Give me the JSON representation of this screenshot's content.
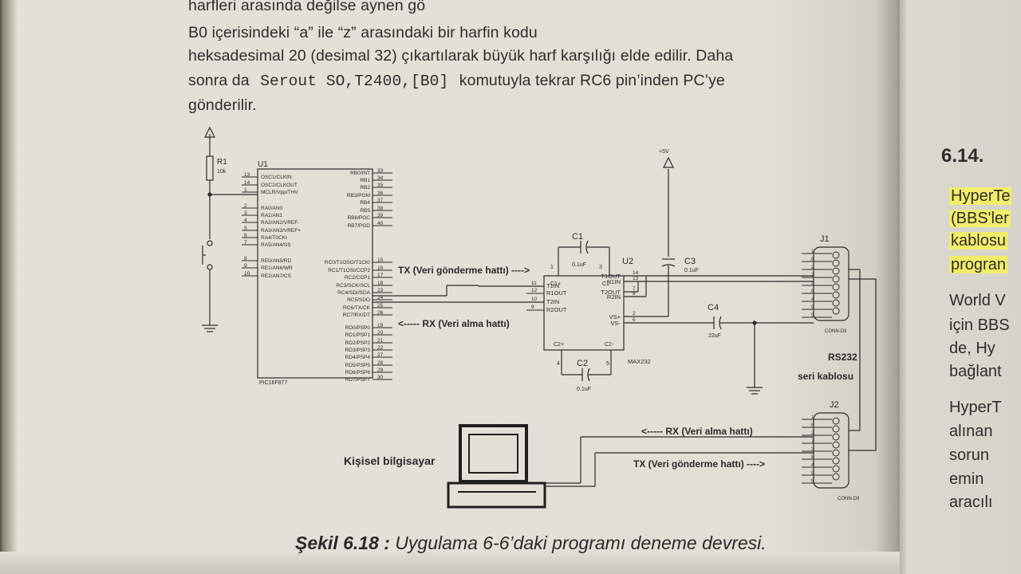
{
  "text_lines": [
    "harfleri arasında değilse aynen gö",
    "B0 içerisindeki “a” ile “z” arasındaki bir harfin kodu",
    "heksadesimal 20 (desimal 32) çıkartılarak büyük harf karşılığı elde edilir. Daha",
    "sonra da",
    "Serout SO,T2400,[B0]",
    "komutuyla tekrar RC6 pin’inden PC’ye",
    "gönderilir."
  ],
  "caption": {
    "label": "Şekil 6.18 :",
    "text": "Uygulama 6-6’daki programı deneme devresi."
  },
  "right_page": {
    "section": "6.14.",
    "lines": [
      "HyperTe",
      "(BBS'ler",
      "kablosu",
      "progran",
      "World V",
      "için BBS",
      "de, Hy",
      "bağlant",
      "HyperT",
      "alınan",
      "sorun",
      "emin",
      "aracılı"
    ]
  },
  "schematic": {
    "r1": {
      "ref": "R1",
      "value": "10k"
    },
    "u1": {
      "ref": "U1",
      "part": "PIC16F877",
      "left_pins": [
        {
          "num": "13",
          "name": "OSC1/CLKIN"
        },
        {
          "num": "14",
          "name": "OSC2/CLKOUT"
        },
        {
          "num": "1",
          "name": "MCLR/Vpp/THV"
        },
        {
          "num": "2",
          "name": "RA0/AN0"
        },
        {
          "num": "3",
          "name": "RA1/AN1"
        },
        {
          "num": "4",
          "name": "RA2/AN2/VREF-"
        },
        {
          "num": "5",
          "name": "RA3/AN3/VREF+"
        },
        {
          "num": "6",
          "name": "RA4/T0CKI"
        },
        {
          "num": "7",
          "name": "RA5/AN4/SS"
        },
        {
          "num": "8",
          "name": "RE0/AN5/RD"
        },
        {
          "num": "9",
          "name": "RE1/AN6/WR"
        },
        {
          "num": "10",
          "name": "RE2/AN7/CS"
        }
      ],
      "right_pins": [
        {
          "num": "33",
          "name": "RB0/INT"
        },
        {
          "num": "34",
          "name": "RB1"
        },
        {
          "num": "35",
          "name": "RB2"
        },
        {
          "num": "36",
          "name": "RB3/PGM"
        },
        {
          "num": "37",
          "name": "RB4"
        },
        {
          "num": "38",
          "name": "RB5"
        },
        {
          "num": "39",
          "name": "RB6/PGC"
        },
        {
          "num": "40",
          "name": "RB7/PGD"
        },
        {
          "num": "15",
          "name": "RC0/T1OSO/T1CKI"
        },
        {
          "num": "16",
          "name": "RC1/T1OSI/CCP2"
        },
        {
          "num": "17",
          "name": "RC2/CCP1"
        },
        {
          "num": "18",
          "name": "RC3/SCK/SCL"
        },
        {
          "num": "23",
          "name": "RC4/SDI/SDA"
        },
        {
          "num": "24",
          "name": "RC5/SDO"
        },
        {
          "num": "25",
          "name": "RC6/TX/CK"
        },
        {
          "num": "26",
          "name": "RC7/RX/DT"
        },
        {
          "num": "19",
          "name": "RD0/PSP0"
        },
        {
          "num": "20",
          "name": "RD1/PSP1"
        },
        {
          "num": "21",
          "name": "RD2/PSP2"
        },
        {
          "num": "22",
          "name": "RD3/PSP3"
        },
        {
          "num": "27",
          "name": "RD4/PSP4"
        },
        {
          "num": "28",
          "name": "RD5/PSP5"
        },
        {
          "num": "29",
          "name": "RD6/PSP6"
        },
        {
          "num": "30",
          "name": "RD7/PSP7"
        }
      ]
    },
    "u2": {
      "ref": "U2",
      "part": "MAX232",
      "pins_left": [
        {
          "num": "11",
          "name": "T1IN"
        },
        {
          "num": "12",
          "name": "R1OUT"
        },
        {
          "num": "10",
          "name": "T2IN"
        },
        {
          "num": "9",
          "name": "R2OUT"
        }
      ],
      "pins_right": [
        {
          "num": "14",
          "name": "T1OUT"
        },
        {
          "num": "13",
          "name": "R1IN"
        },
        {
          "num": "7",
          "name": "T2OUT"
        },
        {
          "num": "8",
          "name": "R2IN"
        },
        {
          "num": "2",
          "name": "VS+"
        },
        {
          "num": "6",
          "name": "VS-"
        }
      ],
      "cap_pins": {
        "c1p": "C1+",
        "c1m": "C1-",
        "c2p": "C2+",
        "c2m": "C2-",
        "p1": "1",
        "p3": "3",
        "p4": "4",
        "p5": "5"
      }
    },
    "caps": [
      {
        "ref": "C1",
        "value": "0.1uF"
      },
      {
        "ref": "C2",
        "value": "0.1uF"
      },
      {
        "ref": "C3",
        "value": "0.1uF"
      },
      {
        "ref": "C4",
        "value": "22uF"
      }
    ],
    "supply": "+5V",
    "j1": {
      "ref": "J1",
      "part": "CONN-D9",
      "pins": [
        "1",
        "6",
        "2",
        "7",
        "3",
        "8",
        "4",
        "9",
        "5"
      ]
    },
    "j2": {
      "ref": "J2",
      "part": "CONN-D9",
      "pins": [
        "1",
        "6",
        "2",
        "7",
        "3",
        "8",
        "4",
        "9",
        "5"
      ]
    },
    "labels": {
      "tx_mcu": "TX (Veri gönderme hattı) ---->",
      "rx_mcu": "<----- RX (Veri alma hattı)",
      "rx_pc": "<----- RX (Veri alma hattı)",
      "tx_pc": "TX (Veri gönderme hattı) ---->",
      "cable1": "RS232",
      "cable2": "seri kablosu",
      "pc": "Kişisel bilgisayar"
    }
  }
}
